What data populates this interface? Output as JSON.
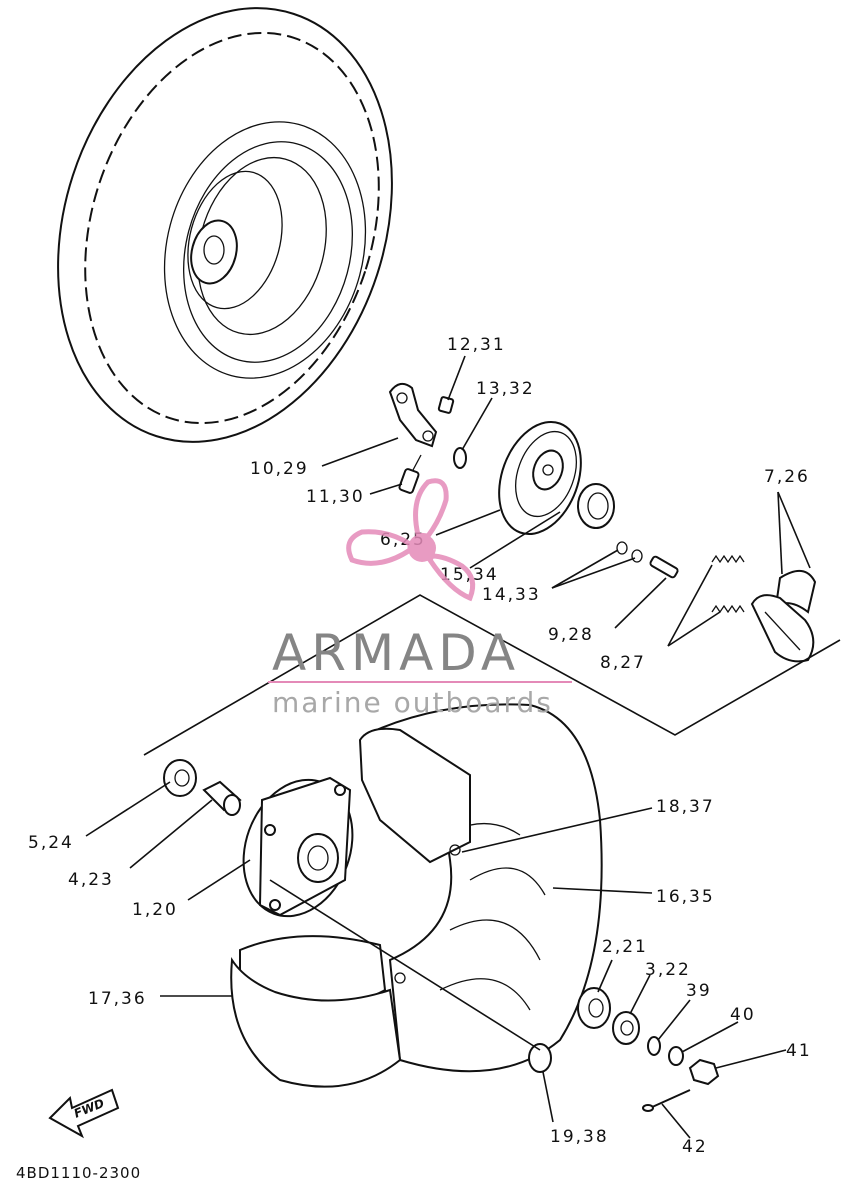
{
  "diagram": {
    "part_labels": [
      "12,31",
      "13,32",
      "10,29",
      "11,30",
      "6,25",
      "15,34",
      "14,33",
      "9,28",
      "7,26",
      "8,27",
      "5,24",
      "4,23",
      "1,20",
      "18,37",
      "16,35",
      "17,36",
      "2,21",
      "3,22",
      "39",
      "40",
      "41",
      "42",
      "19,38"
    ],
    "direction_marker": "FWD",
    "drawing_code": "4BD1110-2300"
  },
  "watermark": {
    "brand": "ARMADA",
    "tagline": "marine outboards",
    "logo_color": "#e48ab8",
    "text_color": "#858585"
  }
}
